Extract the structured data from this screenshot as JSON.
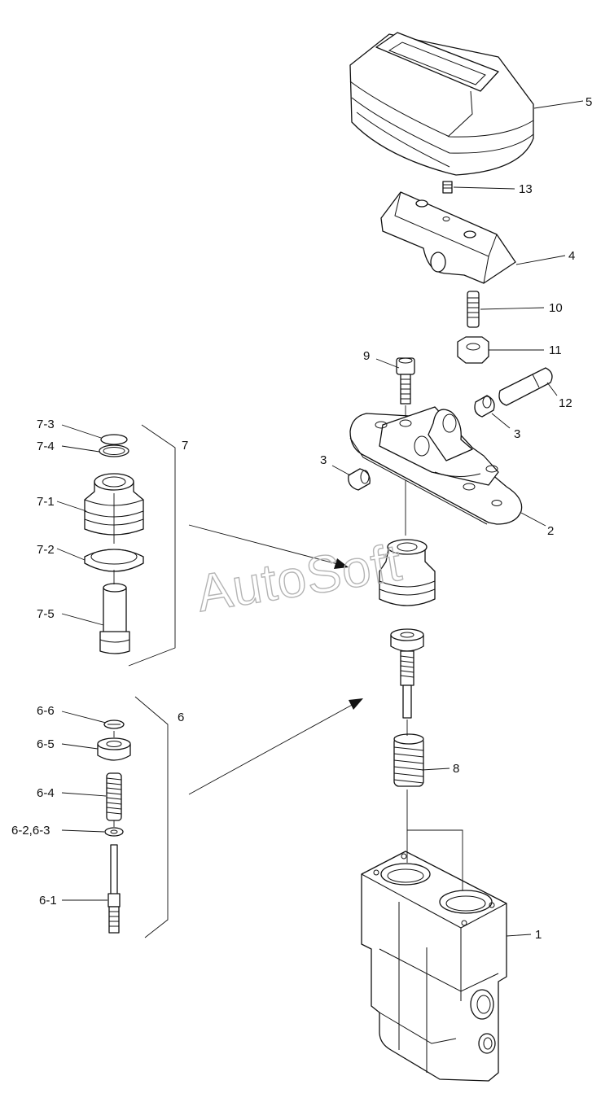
{
  "watermark": "AutoSoft",
  "labels": {
    "p1": "1",
    "p2": "2",
    "p3a": "3",
    "p3b": "3",
    "p4": "4",
    "p5": "5",
    "p6": "6",
    "p6_1": "6-1",
    "p6_23": "6-2,6-3",
    "p6_4": "6-4",
    "p6_5": "6-5",
    "p6_6": "6-6",
    "p7": "7",
    "p7_1": "7-1",
    "p7_2": "7-2",
    "p7_3": "7-3",
    "p7_4": "7-4",
    "p7_5": "7-5",
    "p8": "8",
    "p9": "9",
    "p10": "10",
    "p11": "11",
    "p12": "12",
    "p13": "13"
  },
  "colors": {
    "line": "#111111",
    "watermark": "#b4b4b4",
    "background": "#ffffff"
  }
}
